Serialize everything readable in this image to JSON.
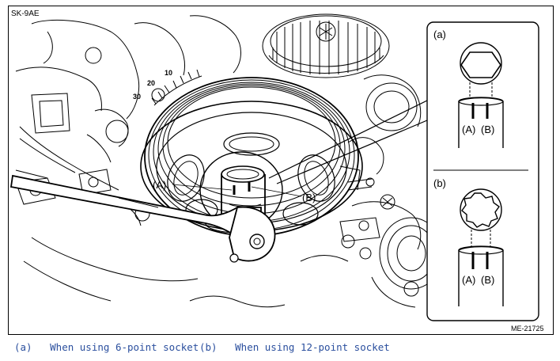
{
  "figure": {
    "code_top_left": "SK-9AE",
    "code_bottom_right": "ME-21725",
    "scale_labels": [
      "10",
      "20",
      "30"
    ],
    "main_labels": {
      "a": "(A)",
      "b": "(B)"
    },
    "inset_a": {
      "title": "(a)",
      "label_a": "(A)",
      "label_b": "(B)"
    },
    "inset_b": {
      "title": "(b)",
      "label_a": "(A)",
      "label_b": "(B)"
    }
  },
  "captions": [
    {
      "key": "(a)",
      "text": "When using 6-point socket"
    },
    {
      "key": "(b)",
      "text": "When using 12-point socket"
    }
  ],
  "colors": {
    "caption": "#2b4f9e",
    "line": "#000000",
    "background": "#ffffff"
  }
}
